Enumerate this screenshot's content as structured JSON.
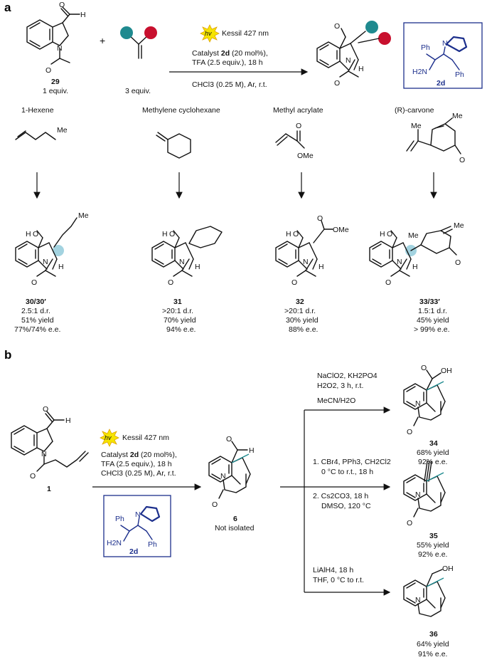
{
  "panel_a": {
    "letter": "a",
    "sm_label": "29",
    "sm_equiv": "1 equiv.",
    "alkene_equiv": "3 equiv.",
    "hv": "hv",
    "lamp": "Kessil 427 nm",
    "cond1_pre": "Catalyst ",
    "cond1_cat": "2d",
    "cond1_post": " (20 mol%),",
    "cond2": "TFA (2.5 equiv.), 18 h",
    "cond3": "CHCl3 (0.25 M), Ar, r.t.",
    "catalyst_label": "2d",
    "substrates": [
      "1-Hexene",
      "Methylene cyclohexane",
      "Methyl acrylate",
      "(R)-carvone"
    ],
    "products": [
      {
        "id": "30/30′",
        "dr": "2.5:1 d.r.",
        "yield": "51% yield",
        "ee": "77%/74% e.e."
      },
      {
        "id": "31",
        "dr": ">20:1 d.r.",
        "yield": "70% yield",
        "ee": "94% e.e."
      },
      {
        "id": "32",
        "dr": ">20:1 d.r.",
        "yield": "30% yield",
        "ee": "88% e.e."
      },
      {
        "id": "33/33′",
        "dr": "1.5:1 d.r.",
        "yield": "45% yield",
        "ee": "> 99% e.e."
      }
    ]
  },
  "panel_b": {
    "letter": "b",
    "sm_label": "1",
    "hv": "hv",
    "lamp": "Kessil 427 nm",
    "cond1_pre": "Catalyst ",
    "cond1_cat": "2d",
    "cond1_post": " (20 mol%),",
    "cond2": "TFA (2.5 equiv.), 18 h",
    "cond3": "CHCl3 (0.25 M), Ar, r.t.",
    "catalyst_label": "2d",
    "intermediate_label": "6",
    "intermediate_note": "Not isolated",
    "route1": [
      "NaClO2, KH2PO4",
      "H2O2, 3 h, r.t.",
      "MeCN/H2O"
    ],
    "route2": [
      "1. CBr4, PPh3, CH2Cl2",
      "0 °C to r.t., 18 h",
      "2. Cs2CO3, 18 h",
      "DMSO, 120 °C"
    ],
    "route3": [
      "LiAlH4, 18 h",
      "THF, 0 °C to r.t."
    ],
    "products": [
      {
        "id": "34",
        "yield": "68% yield",
        "ee": "92% e.e."
      },
      {
        "id": "35",
        "yield": "55% yield",
        "ee": "92% e.e."
      },
      {
        "id": "36",
        "yield": "64% yield",
        "ee": "91% e.e."
      }
    ]
  },
  "atoms": {
    "O": "O",
    "H": "H",
    "N": "N",
    "Me": "Me",
    "OMe": "OMe",
    "OH": "OH",
    "Ph": "Ph",
    "H2N": "H2N"
  },
  "colors": {
    "teal": "#1f8a8f",
    "red": "#c8102e",
    "navy": "#1c2f8c",
    "highlight": "#8cc8d8",
    "hv": "#f5e400"
  }
}
